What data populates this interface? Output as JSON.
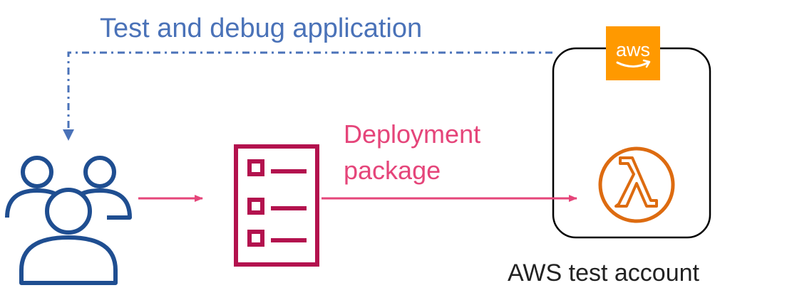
{
  "labels": {
    "feedback": "Test and debug application",
    "deploy_line1": "Deployment",
    "deploy_line2": "package",
    "account": "AWS test account",
    "aws_logo": "aws"
  },
  "colors": {
    "feedback": "#4a72b8",
    "people": "#1f4e91",
    "package": "#b3124e",
    "deploy": "#e5457a",
    "aws_badge": "#ff9900",
    "lambda": "#dd6b10",
    "account_box": "#000000",
    "text_dark": "#222222"
  },
  "icons": {
    "users": "users-group-icon",
    "package": "checklist-document-icon",
    "lambda": "aws-lambda-icon",
    "aws": "aws-logo-icon"
  }
}
